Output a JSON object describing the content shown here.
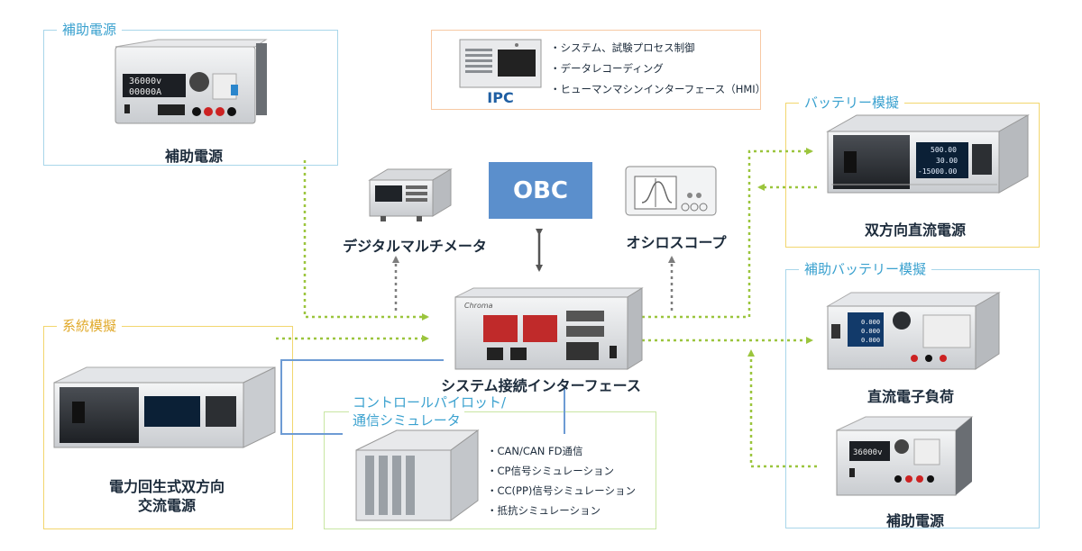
{
  "diagram": {
    "aux_power_top": {
      "box_title": "補助電源",
      "label": "補助電源",
      "display_1": "36000v",
      "display_2": "00000A"
    },
    "ipc": {
      "label": "IPC",
      "bullets": [
        "・システム、試験プロセス制御",
        "・データレコーディング",
        "・ヒューマンマシンインターフェース（HMI）"
      ]
    },
    "battery_sim": {
      "box_title": "バッテリー模擬",
      "label": "双方向直流電源",
      "readings": [
        "500.00",
        "30.00",
        "-15000.00"
      ]
    },
    "aux_battery_sim": {
      "box_title": "補助バッテリー模擬",
      "dc_load_label": "直流電子負荷",
      "aux_power_label": "補助電源",
      "load_readings": [
        "0.000",
        "0.000",
        "0.000"
      ],
      "aux_display": "36000v"
    },
    "grid_sim": {
      "box_title": "系統模擬",
      "label_line1": "電力回生式双方向",
      "label_line2": "交流電源"
    },
    "controller": {
      "box_title_line1": "コントロールパイロット/",
      "box_title_line2": "通信シミュレータ",
      "bullets": [
        "・CAN/CAN FD通信",
        "・CP信号シミュレーション",
        "・CC(PP)信号シミュレーション",
        "・抵抗シミュレーション"
      ]
    },
    "dmm": {
      "label": "デジタルマルチメータ"
    },
    "obc": {
      "label": "OBC"
    },
    "oscilloscope": {
      "label": "オシロスコープ"
    },
    "system_interface": {
      "label": "システム接続インターフェース",
      "brand": "Chroma"
    },
    "colors": {
      "green_arrow": "#9bc53d",
      "gray_arrow": "#7d7d7d",
      "blue_line": "#6d9bd4",
      "obc_fill": "#5b8fcc"
    }
  }
}
